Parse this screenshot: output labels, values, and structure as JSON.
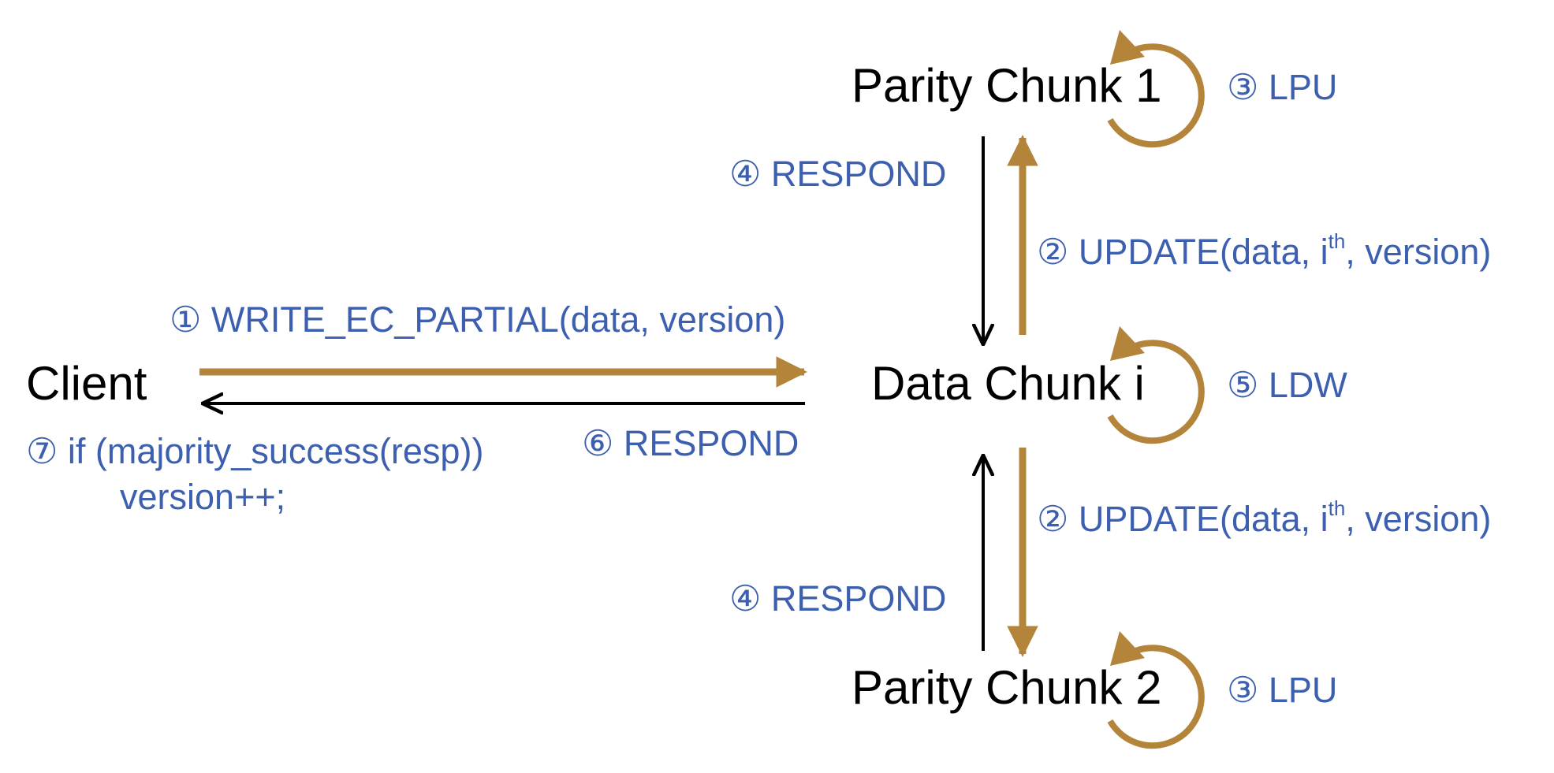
{
  "colors": {
    "request": "#b3843a",
    "response": "#000000",
    "label": "#3d5fb0"
  },
  "nodes": {
    "client": "Client",
    "data_chunk": "Data Chunk i",
    "parity_1": "Parity Chunk 1",
    "parity_2": "Parity Chunk 2"
  },
  "steps": {
    "s1": {
      "num": "①",
      "text": " WRITE_EC_PARTIAL(data, version)"
    },
    "s2_top": {
      "num": "②",
      "pre": " UPDATE(data, i",
      "sup": "th",
      "post": ", version)"
    },
    "s2_bottom": {
      "num": "②",
      "pre": " UPDATE(data, i",
      "sup": "th",
      "post": ", version)"
    },
    "s3_top": {
      "num": "③",
      "text": " LPU"
    },
    "s3_bottom": {
      "num": "③",
      "text": " LPU"
    },
    "s4_top": {
      "num": "④",
      "text": " RESPOND"
    },
    "s4_bottom": {
      "num": "④",
      "text": " RESPOND"
    },
    "s5": {
      "num": "⑤",
      "text": " LDW"
    },
    "s6": {
      "num": "⑥",
      "text": " RESPOND"
    },
    "s7": {
      "num": "⑦",
      "line1": " if (majority_success(resp))",
      "line2": "version++;"
    }
  }
}
